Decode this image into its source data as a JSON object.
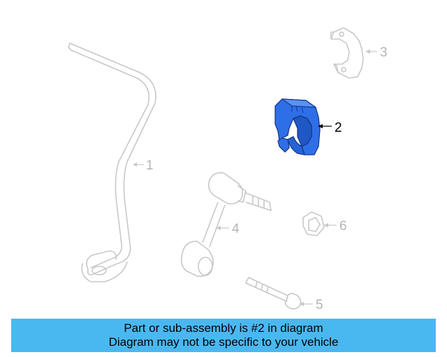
{
  "parts": [
    {
      "number": "1",
      "name": "stabilizer-bar",
      "highlighted": false
    },
    {
      "number": "2",
      "name": "bushing",
      "highlighted": true
    },
    {
      "number": "3",
      "name": "bracket",
      "highlighted": false
    },
    {
      "number": "4",
      "name": "stabilizer-link",
      "highlighted": false
    },
    {
      "number": "5",
      "name": "bolt",
      "highlighted": false
    },
    {
      "number": "6",
      "name": "nut",
      "highlighted": false
    }
  ],
  "banner": {
    "line1": "Part or sub-assembly is #2 in diagram",
    "line2": "Diagram may not be specific to your vehicle"
  },
  "colors": {
    "highlight": "#2e6fe8",
    "banner_bg": "#4ab8f0",
    "faded_line": "#c8c8c8",
    "faded_text": "#b4b4b4"
  }
}
